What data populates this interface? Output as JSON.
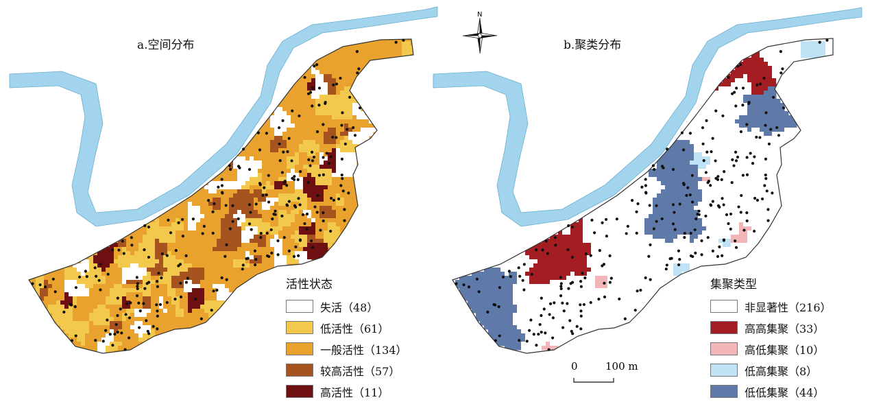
{
  "panels": {
    "a": {
      "title": "a.空间分布",
      "legend_title": "活性状态",
      "legend": [
        {
          "label": "失活（48）",
          "color": "#ffffff"
        },
        {
          "label": "低活性（61）",
          "color": "#f2c94c"
        },
        {
          "label": "一般活性（134）",
          "color": "#e9a22e"
        },
        {
          "label": "较高活性（57）",
          "color": "#a7531f"
        },
        {
          "label": "高活性（11）",
          "color": "#6e0f12"
        }
      ]
    },
    "b": {
      "title": "b.聚类分布",
      "legend_title": "集聚类型",
      "legend": [
        {
          "label": "非显著性（216）",
          "color": "#ffffff"
        },
        {
          "label": "高高集聚（33）",
          "color": "#a31d22"
        },
        {
          "label": "高低集聚（10）",
          "color": "#f2b6b8"
        },
        {
          "label": "低高集聚（8）",
          "color": "#bfe3f5"
        },
        {
          "label": "低低集聚（44）",
          "color": "#5f7aa8"
        }
      ]
    }
  },
  "north_arrow": {
    "label": "N"
  },
  "scale_bar": {
    "start": "0",
    "end": "100 m"
  },
  "colors": {
    "river": "#a3d4ee",
    "boundary": "#333333",
    "cell_line": "#555555",
    "point": "#111111"
  }
}
